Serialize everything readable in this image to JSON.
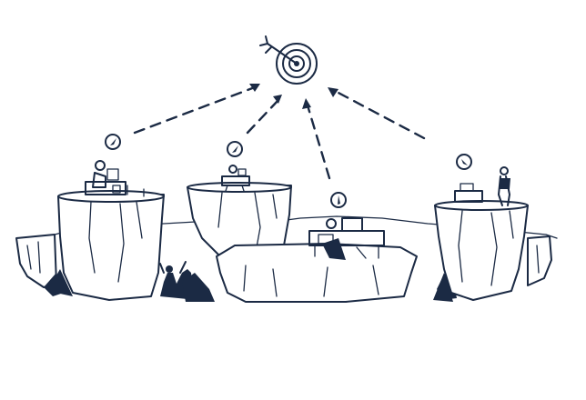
{
  "scene": {
    "ink_color": "#1b2a44",
    "background_color": "#ffffff",
    "icons": [
      "target-icon",
      "compass-icon",
      "compass-icon",
      "compass-icon",
      "compass-icon"
    ],
    "figures": [
      "person-at-desk",
      "person-at-desk",
      "person-at-desk",
      "standing-person",
      "cheering-person"
    ]
  }
}
